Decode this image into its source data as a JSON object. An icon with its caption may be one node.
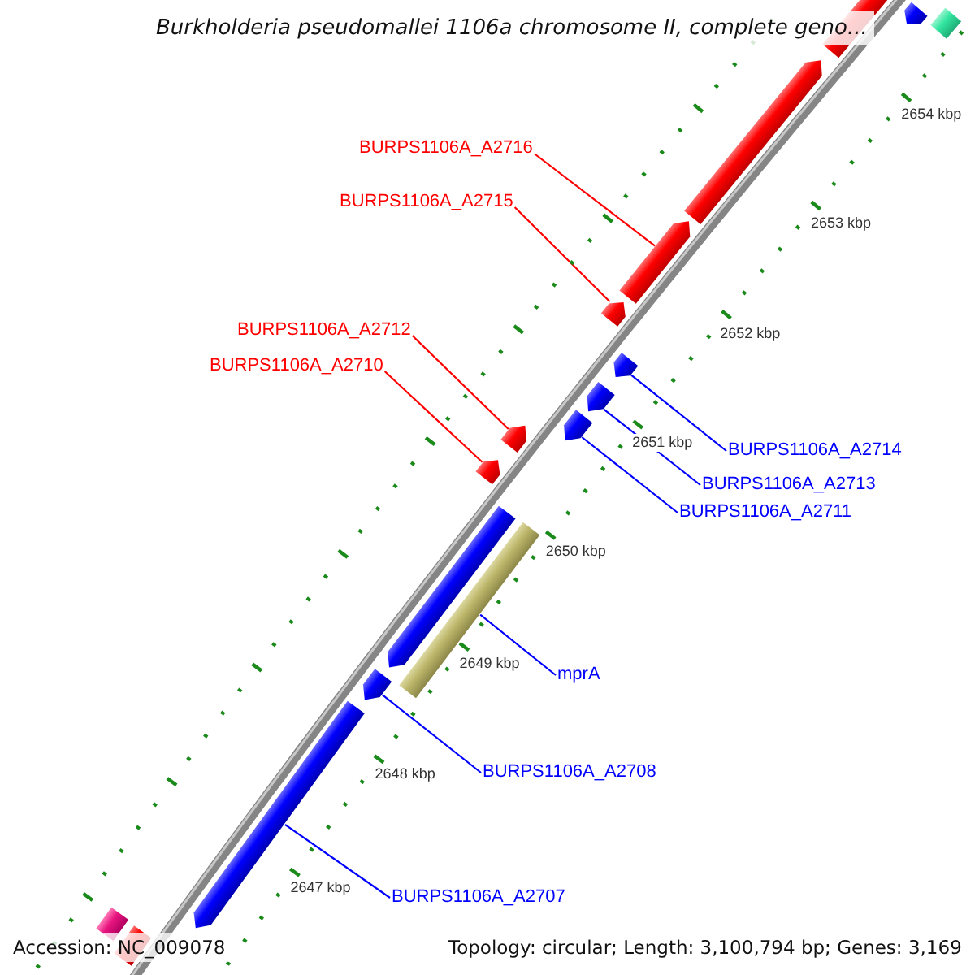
{
  "diagram": {
    "title": "Burkholderia pseudomallei 1106a chromosome II, complete geno...",
    "nodes": [
      {
        "text": [
          "BURPS1106A_A2716"
        ]
      },
      {
        "text": [
          "BURPS1106A_A2715"
        ]
      },
      {
        "text": [
          "BURPS1106A_A2712"
        ]
      },
      {
        "text": [
          "BURPS1106A_A2710"
        ]
      },
      {
        "text": [
          "BURPS1106A_A2714"
        ]
      },
      {
        "text": [
          "BURPS1106A_A2713"
        ]
      },
      {
        "text": [
          "BURPS1106A_A2711"
        ]
      },
      {
        "text": [
          "mprA"
        ]
      },
      {
        "text": [
          "BURPS1106A_A2708"
        ]
      },
      {
        "text": [
          "BURPS1106A_A2707"
        ]
      },
      {
        "text": [],
        "shape": "arrow"
      },
      {
        "text": [],
        "shape": "arrow"
      },
      {
        "text": [],
        "shape": "arrow"
      },
      {
        "text": [],
        "shape": "arrow"
      },
      {
        "text": [],
        "shape": "arrow"
      },
      {
        "text": [],
        "shape": "arrow"
      },
      {
        "text": [],
        "shape": "arrow"
      },
      {
        "text": [],
        "shape": "bar"
      },
      {
        "text": [],
        "shape": "arrow"
      },
      {
        "text": [],
        "shape": "arrow"
      },
      {
        "text": [],
        "shape": "arrow"
      },
      {
        "text": [],
        "shape": "arrow"
      },
      {
        "text": [],
        "shape": "arrow"
      },
      {
        "text": [],
        "shape": "bar"
      },
      {
        "text": [],
        "shape": "arrow"
      },
      {
        "text": [],
        "shape": "bar"
      },
      {
        "text": [],
        "shape": "bar"
      }
    ],
    "edges": [
      {
        "from": 0,
        "to": 10,
        "arrow": "none",
        "color": "#ff0000"
      },
      {
        "from": 1,
        "to": 11,
        "arrow": "none",
        "color": "#ff0000"
      },
      {
        "from": 2,
        "to": 14,
        "arrow": "none",
        "color": "#ff0000"
      },
      {
        "from": 3,
        "to": 16,
        "arrow": "none",
        "color": "#ff0000"
      },
      {
        "from": 4,
        "to": 12,
        "arrow": "none"
      },
      {
        "from": 5,
        "to": 13,
        "arrow": "none"
      },
      {
        "from": 6,
        "to": 15,
        "arrow": "none"
      },
      {
        "from": 7,
        "to": 17,
        "arrow": "none"
      },
      {
        "from": 8,
        "to": 18,
        "arrow": "none"
      },
      {
        "from": 9,
        "to": 19,
        "arrow": "none"
      }
    ],
    "labels": [
      "2654 kbp",
      "2653 kbp",
      "2652 kbp",
      "2651 kbp",
      "2650 kbp",
      "2649 kbp",
      "2648 kbp",
      "2647 kbp",
      "Accession: NC_009078",
      "Topology: circular; Length: 3,100,794 bp; Genes: 3,169"
    ]
  }
}
